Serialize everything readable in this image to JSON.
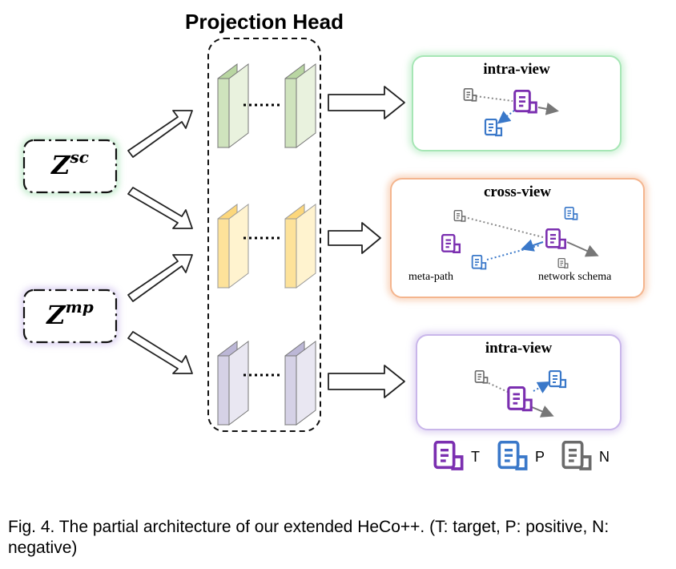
{
  "title": "Projection Head",
  "inputs": {
    "z_sc": {
      "base": "Z",
      "sup": "sc"
    },
    "z_mp": {
      "base": "Z",
      "sup": "mp"
    }
  },
  "panels": {
    "top": {
      "title": "intra-view",
      "border_color": "#a6e6b5"
    },
    "middle": {
      "title": "cross-view",
      "border_color": "#f4b58e",
      "left_label": "meta-path",
      "right_label": "network schema"
    },
    "bottom": {
      "title": "intra-view",
      "border_color": "#c9b6ea"
    }
  },
  "legend": [
    {
      "label": "T",
      "color": "#7b2fb0",
      "icon": "document-icon"
    },
    {
      "label": "P",
      "color": "#3a78c9",
      "icon": "document-icon"
    },
    {
      "label": "N",
      "color": "#6b6b6b",
      "icon": "document-icon"
    }
  ],
  "caption": "Fig. 4. The partial architecture of our extended HeCo++. (T: target, P: positive, N: negative)",
  "colors": {
    "green_layer": "#cfe3bd",
    "yellow_layer": "#fde29a",
    "purple_layer": "#d5d1e6"
  }
}
